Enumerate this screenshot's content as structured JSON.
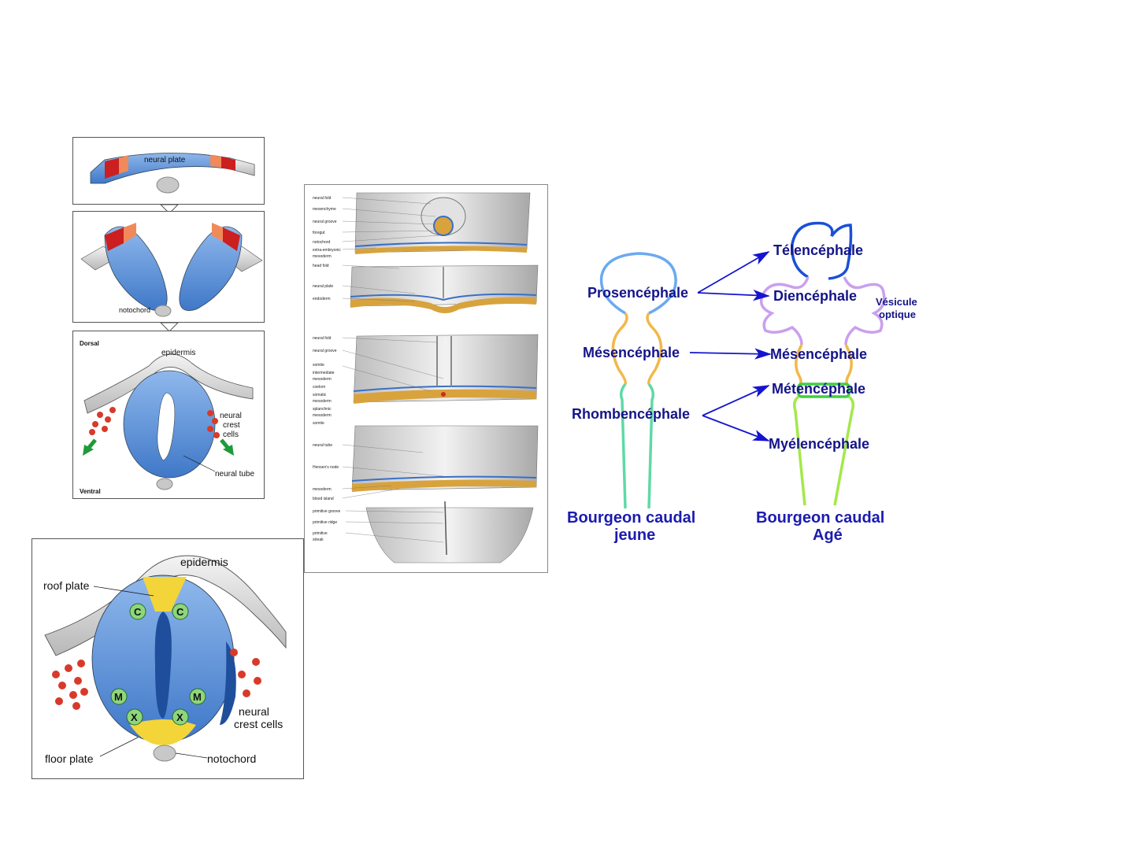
{
  "panel_a": {
    "step1": {
      "label": "neural plate"
    },
    "step2": {
      "label": "notochord"
    },
    "step3": {
      "dorsal": "Dorsal",
      "ventral": "Ventral",
      "epidermis": "epidermis",
      "crest": [
        "neural",
        "crest",
        "cells"
      ],
      "tube": "neural tube"
    }
  },
  "panel_b": {
    "epidermis": "epidermis",
    "roof": "roof plate",
    "floor": "floor plate",
    "notochord": "notochord",
    "crest": [
      "neural",
      "crest cells"
    ],
    "zones": {
      "c": "C",
      "m": "M",
      "x": "X"
    }
  },
  "panel_c": {
    "labels": {
      "s1": [
        "neural fold",
        "mesenchyme",
        "neural groove",
        "foregut",
        "notochord",
        "extra-embryonic",
        "mesoderm",
        "head fold"
      ],
      "s2": [
        "neural plate",
        "endoderm"
      ],
      "s3": [
        "neural fold",
        "neural groove",
        "somite",
        "intermediate",
        "mesoderm",
        "coelom",
        "somatic",
        "mesoderm",
        "splanchnic",
        "mesoderm",
        "somite"
      ],
      "s4": [
        "neural tube",
        "Hensen's node",
        "mesoderm",
        "blood island"
      ],
      "s5": [
        "primitive groove",
        "primitive ridge",
        "primitive",
        "streak"
      ]
    }
  },
  "brain": {
    "left": {
      "prosencephale": "Prosencéphale",
      "mesencephale": "Mésencéphale",
      "rhombencephale": "Rhombencéphale"
    },
    "right": {
      "telencephale": "Télencéphale",
      "diencephale": "Diencéphale",
      "mesencephale": "Mésencéphale",
      "metencephale": "Métencéphale",
      "myelencephale": "Myélencéphale"
    },
    "vesicule": [
      "Vésicule",
      "optique"
    ],
    "bud_young": [
      "Bourgeon caudal",
      "jeune"
    ],
    "bud_old": [
      "Bourgeon caudal",
      "Agé"
    ],
    "colors": {
      "pros": "#6aaaf0",
      "mes": "#f2b84a",
      "rhomb": "#5fd9a6",
      "tel": "#1a4fd8",
      "dien": "#c9a0ee",
      "met": "#3fcf3f",
      "myel": "#a4e84a",
      "arrow": "#1414d0",
      "text": "#141488"
    }
  }
}
